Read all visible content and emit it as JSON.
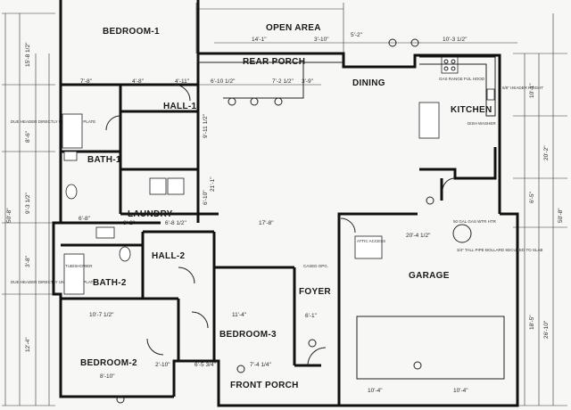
{
  "rooms": {
    "bedroom1": "BEDROOM-1",
    "open_area": "OPEN AREA",
    "rear_porch": "REAR PORCH",
    "dining": "DINING",
    "kitchen": "KITCHEN",
    "hall1": "HALL-1",
    "bath1": "BATH-1",
    "laundry": "LAUNDRY",
    "hall2": "HALL-2",
    "bath2": "BATH-2",
    "foyer": "FOYER",
    "garage": "GARAGE",
    "bedroom3": "BEDROOM-3",
    "bedroom2": "BEDROOM-2",
    "front_porch": "FRONT PORCH"
  },
  "dims_top": {
    "open_area_w": "14'-1\"",
    "d3_10": "3'-10\"",
    "d5_2": "5'-2\"",
    "d10_3": "10'-3 1/2\"",
    "d7_8": "7'-8\"",
    "d4_8": "4'-8\"",
    "d4_11": "4'-11\"",
    "d6_10": "6'-10 1/2\"",
    "d7_2": "7'-2 1/2\"",
    "d3_9": "3'-9\"",
    "d6_8": "6'-8\"",
    "d6_8b": "6'-8 1/2\"",
    "d3_2": "3'-2\"",
    "d6_10b": "6'-10\"",
    "d17_8": "17'-8\"",
    "d20_4": "20'-4 1/2\"",
    "d10_7": "10'-7 1/2\"",
    "d11_4": "11'-4\"",
    "d8_10": "8'-10\"",
    "d2_10": "2'-10\"",
    "d6_5": "6'-5 3/4\"",
    "d7_4": "7'-4 1/4\"",
    "d10_4a": "10'-4\"",
    "d10_4b": "10'-4\"",
    "d6_1": "6'-1\"",
    "d9_11": "9'-11 1/2\"",
    "d21_1": "21'-1\""
  },
  "dims_side": {
    "left_total": "50'-8\"",
    "left_15": "15'-8 1/2\"",
    "left_8": "8'-6\"",
    "left_9": "9'-3 1/2\"",
    "left_3": "3'-8\"",
    "left_12": "12'-4\"",
    "right_total": "50'-8\"",
    "right_10": "10'-1\"",
    "right_20": "20'-2\"",
    "right_26": "26'-10\"",
    "right_18": "18'-5\"",
    "right_6": "6'-5\""
  },
  "notes": {
    "gas_range": "GAS RANGE FUL HOOD",
    "header": "5/8\" HEADER HEIGHT",
    "dishwasher": "DISH WASHER",
    "header_note": "DUE HEADER DIRECTLY UNDER TOP PLATE",
    "attic": "ATTIC ACCESS",
    "bollard": "3/4\" TALL PIPE BOLLARD SECURED TO SLAB",
    "gas_water": "50 GAL GAS WTR HTR",
    "bath_shower": "TUB/SHOWER",
    "cased": "CASED OPG."
  }
}
